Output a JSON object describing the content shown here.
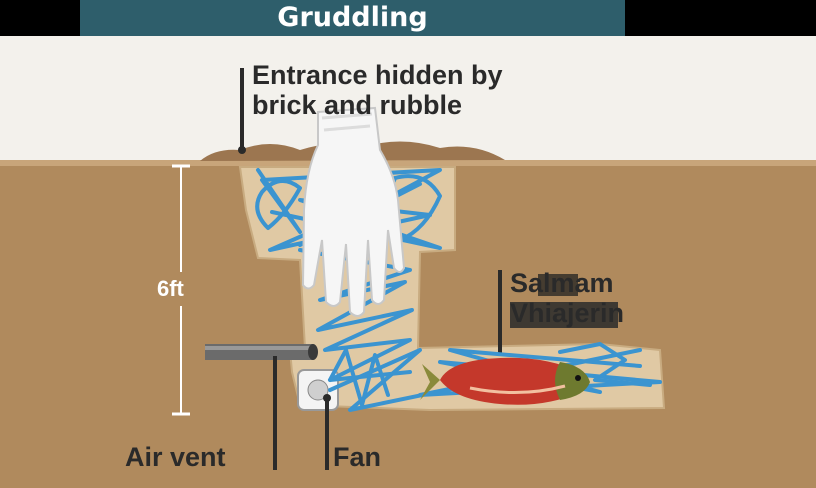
{
  "title": "Gruddling",
  "labels": {
    "entrance_line1": "Entrance hidden by",
    "entrance_line2": "brick and rubble",
    "depth": "6ft",
    "salmon_line1": "Salmam",
    "salmon_line2": "Vhiajerin",
    "air_vent": "Air vent",
    "fan": "Fan"
  },
  "colors": {
    "title_bar": "#2e5e6b",
    "sky": "#f3f1ec",
    "soil": "#b08a5d",
    "tunnel": "#e0c9a4",
    "scribble": "#3b94d0"
  },
  "icons": [
    "white-glove-icon",
    "salmon-fish-icon",
    "fan-icon",
    "air-vent-pipe-icon"
  ]
}
